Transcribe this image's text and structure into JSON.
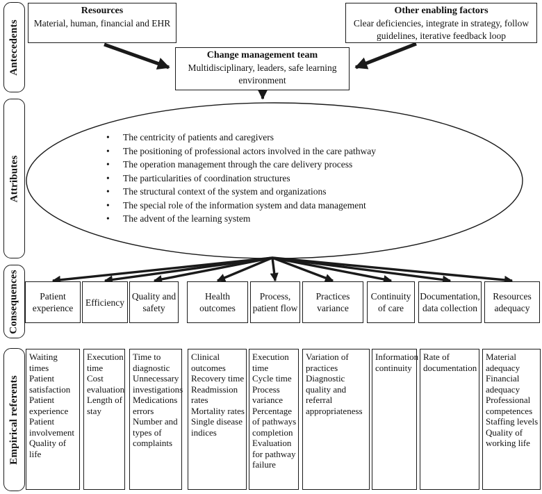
{
  "colors": {
    "ink": "#1a1a1a",
    "background": "#ffffff"
  },
  "sidebar": {
    "labels": [
      "Antecedents",
      "Attributes",
      "Consequences",
      "Empirical referents"
    ]
  },
  "antecedents": {
    "resources": {
      "title": "Resources",
      "body": "Material, human, financial and EHR"
    },
    "other_factors": {
      "title": "Other enabling factors",
      "body": "Clear deficiencies, integrate in strategy, follow guidelines, iterative feedback loop"
    },
    "team": {
      "title": "Change management team",
      "body": "Multidisciplinary, leaders, safe learning environment"
    }
  },
  "attributes": {
    "bullets": [
      "The centricity of patients and caregivers",
      "The positioning of professional actors involved in the care pathway",
      "The operation management through the care delivery process",
      "The particularities of coordination structures",
      "The structural context of the system and organizations",
      "The special role of the information system and data management",
      "The advent of the learning system"
    ]
  },
  "consequences": [
    "Patient experience",
    "Efficiency",
    "Quality and safety",
    "Health outcomes",
    "Process, patient flow",
    "Practices variance",
    "Continuity of care",
    "Documentation, data collection",
    "Resources adequacy"
  ],
  "empirical_referents": [
    [
      "Waiting times",
      "Patient satisfaction",
      "Patient experience",
      "Patient involvement",
      "Quality of life"
    ],
    [
      "Execution time",
      "Cost evaluation",
      "Length of stay"
    ],
    [
      "Time to diagnostic",
      "Unnecessary investigations",
      "Medications errors",
      "Number and types of complaints"
    ],
    [
      "Clinical outcomes",
      "Recovery time",
      "Readmission rates",
      "Mortality rates",
      "Single disease indices"
    ],
    [
      "Execution time",
      "Cycle time",
      "Process variance",
      "Percentage of pathways completion",
      "Evaluation for pathway failure"
    ],
    [
      "Variation of practices",
      "Diagnostic quality and referral appropriateness"
    ],
    [
      "Information continuity"
    ],
    [
      "Rate of documentation"
    ],
    [
      "Material adequacy",
      "Financial adequacy",
      "Professional competences",
      "Staffing levels",
      "Quality of working life"
    ]
  ]
}
